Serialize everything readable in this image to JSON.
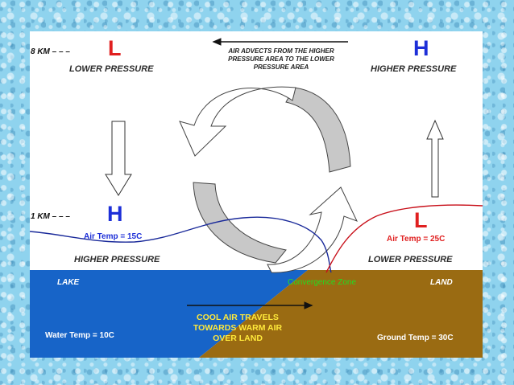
{
  "levels": {
    "top": "8 KM – – –",
    "bottom": "1 KM – – –"
  },
  "upper_left": {
    "letter": "L",
    "label": "LOWER PRESSURE"
  },
  "upper_right": {
    "letter": "H",
    "label": "HIGHER PRESSURE"
  },
  "lower_left": {
    "letter": "H",
    "temp": "Air Temp = 15C",
    "label": "HIGHER PRESSURE"
  },
  "lower_right": {
    "letter": "L",
    "temp": "Air Temp = 25C",
    "label": "LOWER PRESSURE"
  },
  "advect_text": [
    "AIR ADVECTS FROM THE HIGHER",
    "PRESSURE AREA TO THE LOWER",
    "PRESSURE AREA"
  ],
  "surface": {
    "lake": "LAKE",
    "land": "LAND",
    "convergence": "Convergence Zone",
    "water_temp": "Water Temp = 10C",
    "ground_temp": "Ground Temp = 30C",
    "cool_air": [
      "COOL AIR TRAVELS",
      "TOWARDS WARM AIR",
      "OVER LAND"
    ]
  },
  "colors": {
    "lake": "#1764c8",
    "land": "#9a6b12",
    "low": "#e02020",
    "high": "#1d2fd8",
    "convergence": "#22dd22",
    "cool_air_text": "#ffe93b",
    "cold_line": "#1a2a9a",
    "warm_line": "#c8101a"
  }
}
